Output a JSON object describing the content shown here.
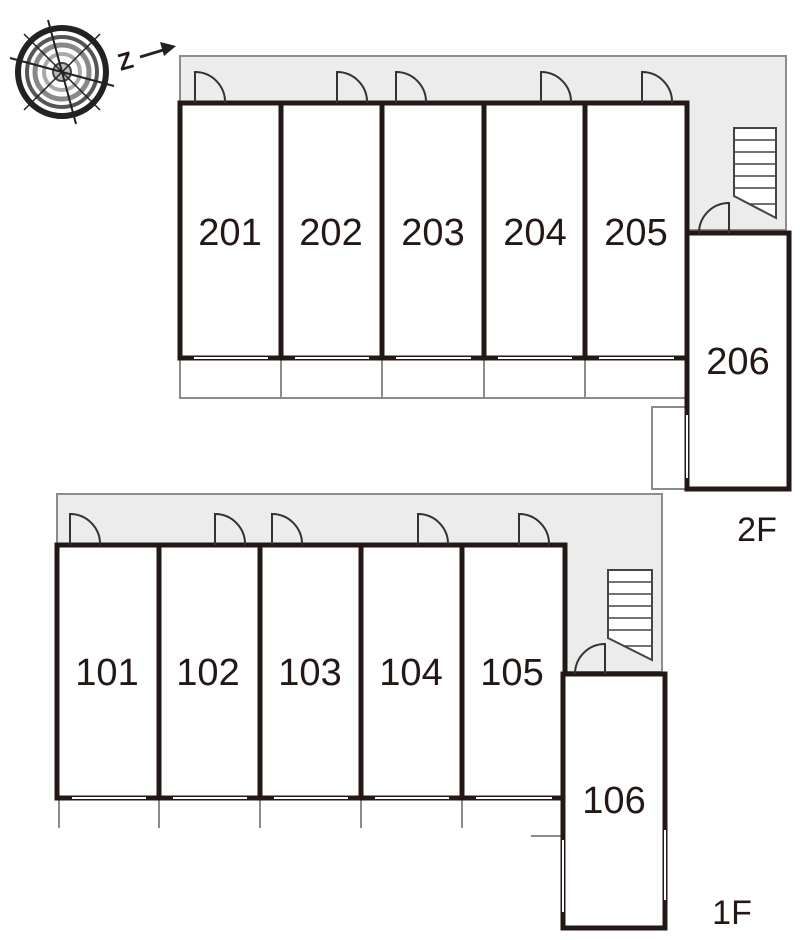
{
  "compass": {
    "north_letter": "Z"
  },
  "floors": [
    {
      "label": "2F",
      "units": [
        {
          "label": "201"
        },
        {
          "label": "202"
        },
        {
          "label": "203"
        },
        {
          "label": "204"
        },
        {
          "label": "205"
        },
        {
          "label": "206"
        }
      ]
    },
    {
      "label": "1F",
      "units": [
        {
          "label": "101"
        },
        {
          "label": "102"
        },
        {
          "label": "103"
        },
        {
          "label": "104"
        },
        {
          "label": "105"
        },
        {
          "label": "106"
        }
      ]
    }
  ],
  "colors": {
    "walls": "#231815",
    "corridor": "#ececec",
    "outline": "#8c8c8c",
    "text": "#231815"
  }
}
